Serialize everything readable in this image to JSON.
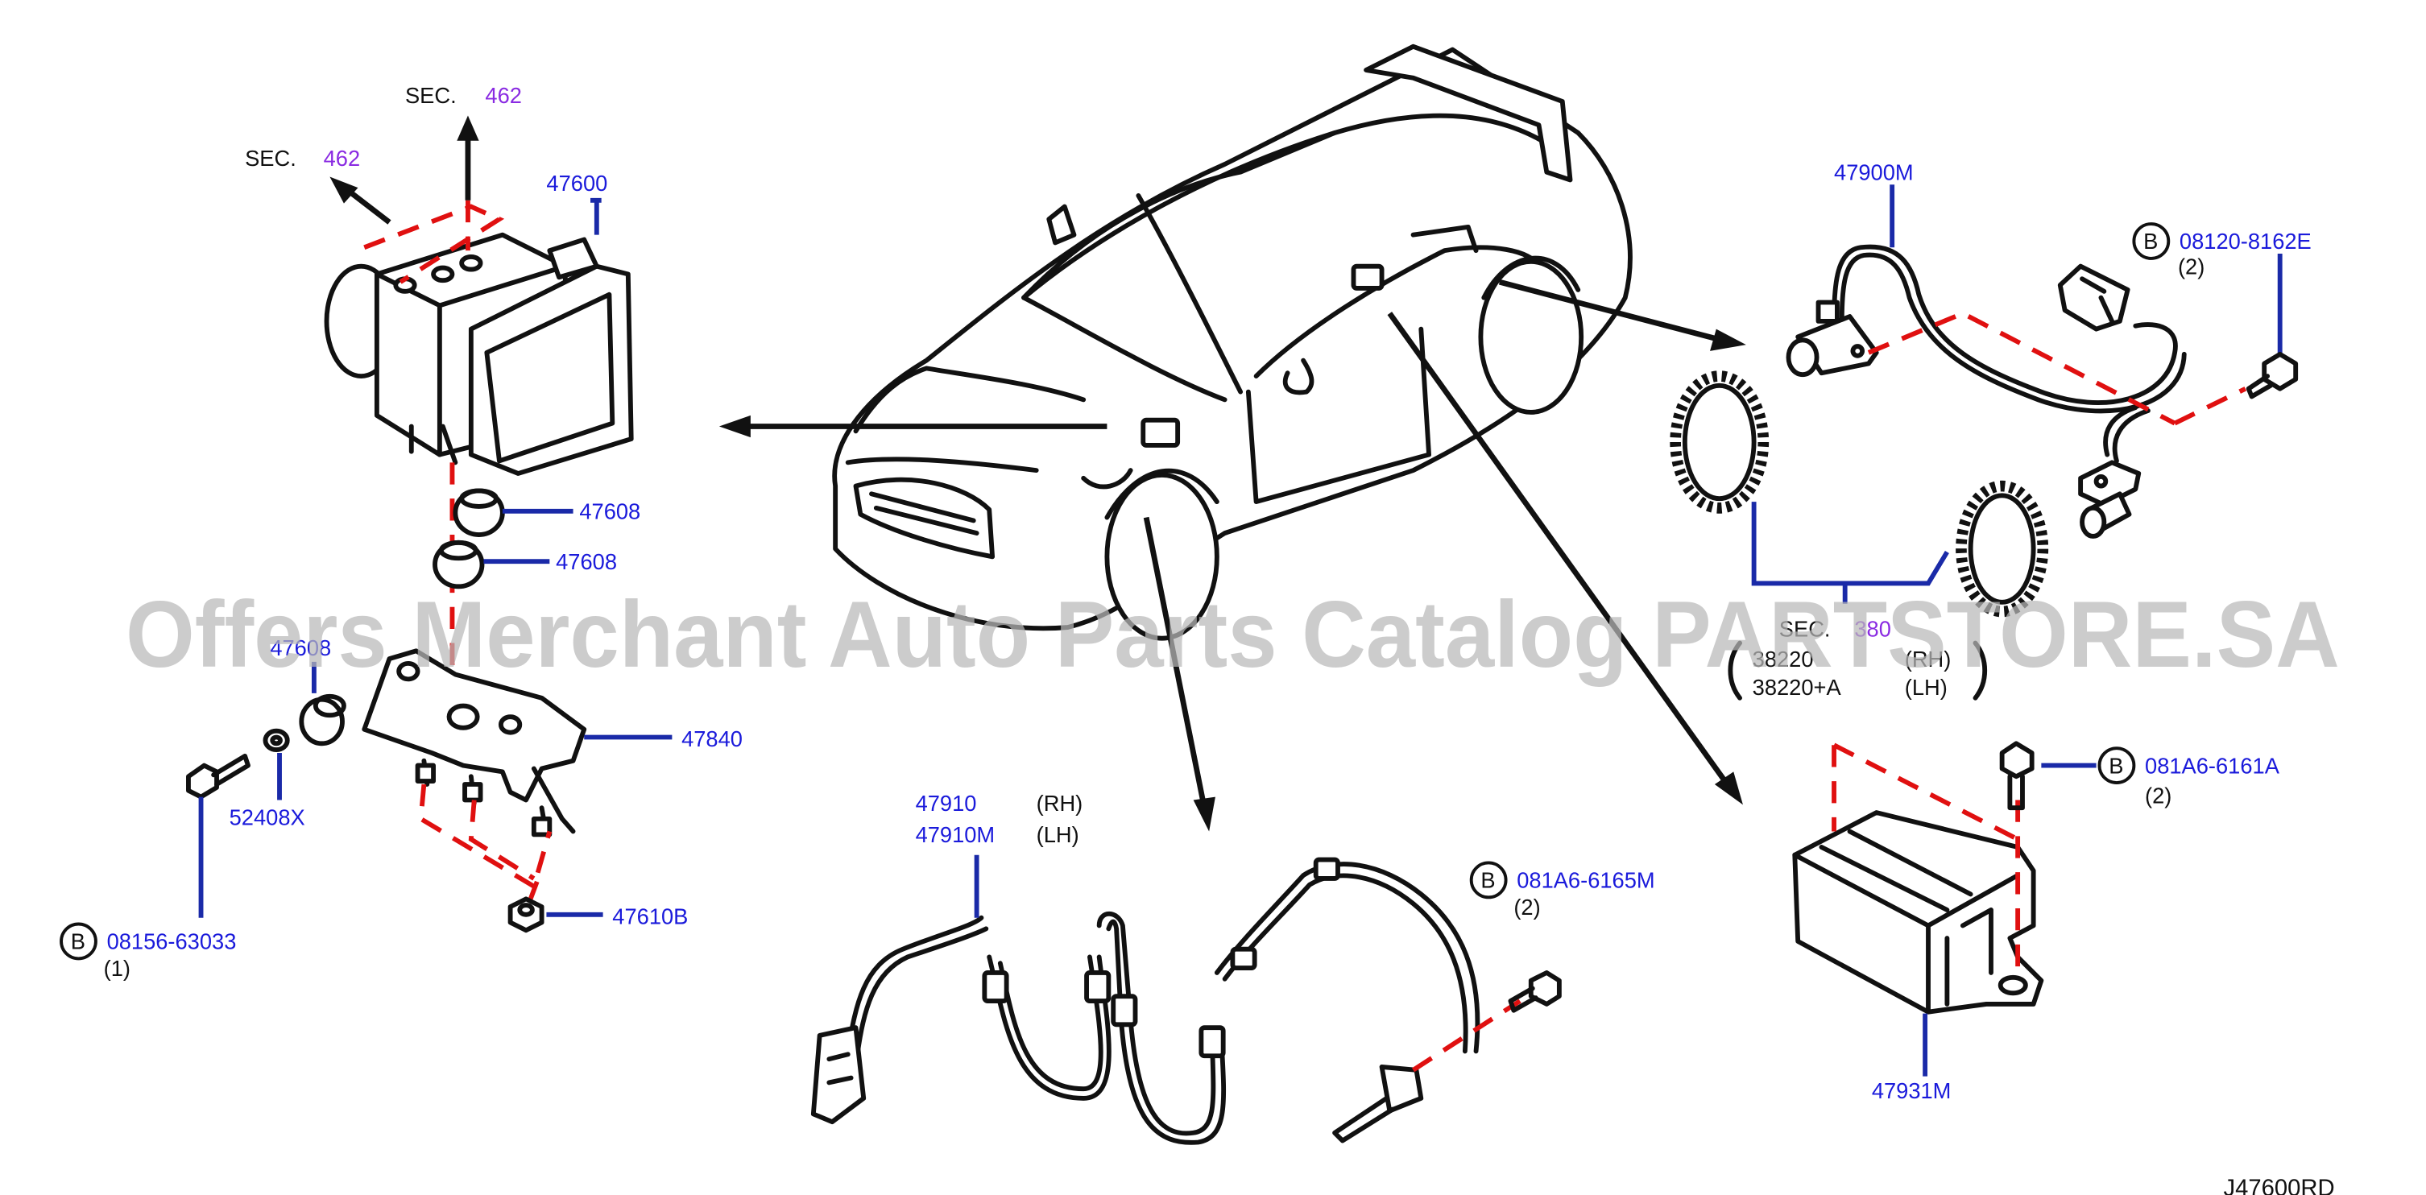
{
  "callouts": {
    "sec_top": "SEC.",
    "sec_top_num": "462",
    "sec_left": "SEC.",
    "sec_left_num": "462",
    "abs_actuator": "47600",
    "grommet_upper": "47608",
    "grommet_lower": "47608",
    "grommet_side": "47608",
    "bracket": "47840",
    "washer": "52408X",
    "bolt_left_code": "08156-63033",
    "bolt_left_qty": "(1)",
    "nut": "47610B",
    "rear_sensor": "47900M",
    "rear_bolt_code": "08120-8162E",
    "rear_bolt_qty": "(2)",
    "sec_ring": "SEC.",
    "sec_ring_num": "380",
    "ring_rh_part": "38220",
    "ring_rh_side": "(RH)",
    "ring_lh_part": "38220+A",
    "ring_lh_side": "(LH)",
    "front_sensor_rh": "47910",
    "front_sensor_rh_side": "(RH)",
    "front_sensor_lh": "47910M",
    "front_sensor_lh_side": "(LH)",
    "front_bolt_code": "081A6-6165M",
    "front_bolt_qty": "(2)",
    "yaw_bolt_code": "081A6-6161A",
    "yaw_bolt_qty": "(2)",
    "yaw_sensor": "47931M",
    "b_marker": "B",
    "diagram_id": "J47600RD"
  },
  "watermark": "Offers Merchant Auto Parts Catalog PARTSTORE.SA",
  "colors": {
    "part_number": "#1a1adb",
    "section_ref": "#8a2be2",
    "dashed_link": "#e01010",
    "leader": "#1a2aa8",
    "watermark": "#b9b9b9"
  }
}
